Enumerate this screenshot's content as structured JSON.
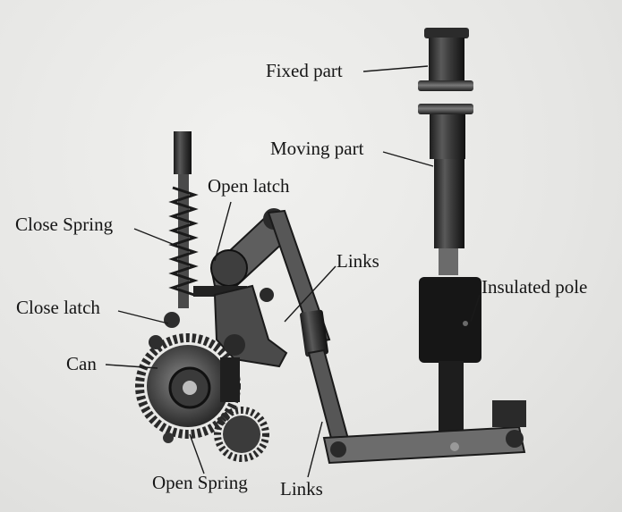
{
  "labels": {
    "fixed_part": "Fixed part",
    "moving_part": "Moving part",
    "open_latch": "Open latch",
    "close_spring": "Close Spring",
    "links_upper": "Links",
    "insulated_pole": "Insulated pole",
    "close_latch": "Close latch",
    "can": "Can",
    "open_spring": "Open Spring",
    "links_lower": "Links"
  }
}
